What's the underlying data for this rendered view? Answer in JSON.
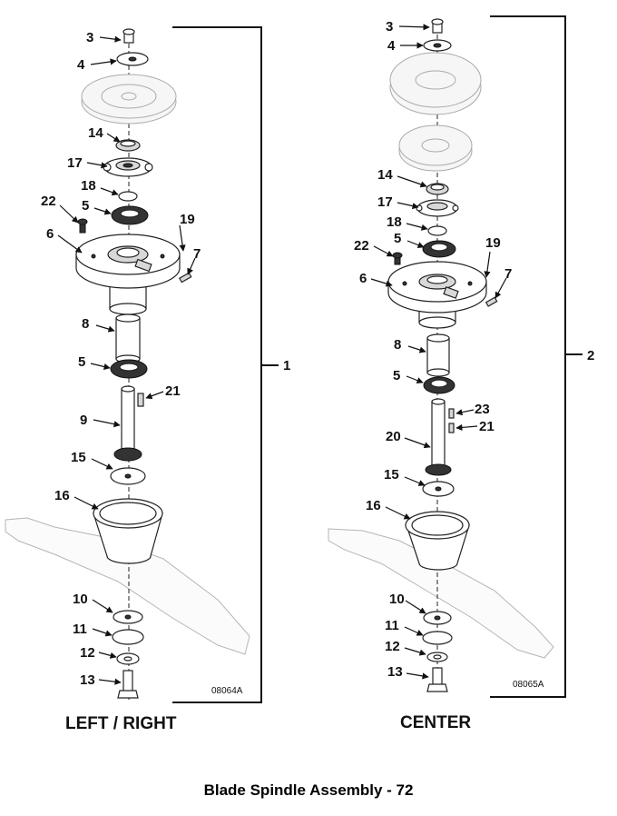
{
  "views": {
    "left": {
      "title": "LEFT / RIGHT",
      "drawing_code": "08064A",
      "assembly_callout": "1",
      "callouts": [
        "3",
        "4",
        "14",
        "17",
        "18",
        "22",
        "5",
        "19",
        "6",
        "7",
        "8",
        "5",
        "21",
        "9",
        "15",
        "16",
        "10",
        "11",
        "12",
        "13"
      ]
    },
    "center": {
      "title": "CENTER",
      "drawing_code": "08065A",
      "assembly_callout": "2",
      "callouts": [
        "3",
        "4",
        "14",
        "17",
        "18",
        "22",
        "5",
        "19",
        "6",
        "7",
        "8",
        "5",
        "23",
        "21",
        "20",
        "15",
        "16",
        "10",
        "11",
        "12",
        "13"
      ]
    }
  },
  "caption": "Blade Spindle Assembly - 72"
}
